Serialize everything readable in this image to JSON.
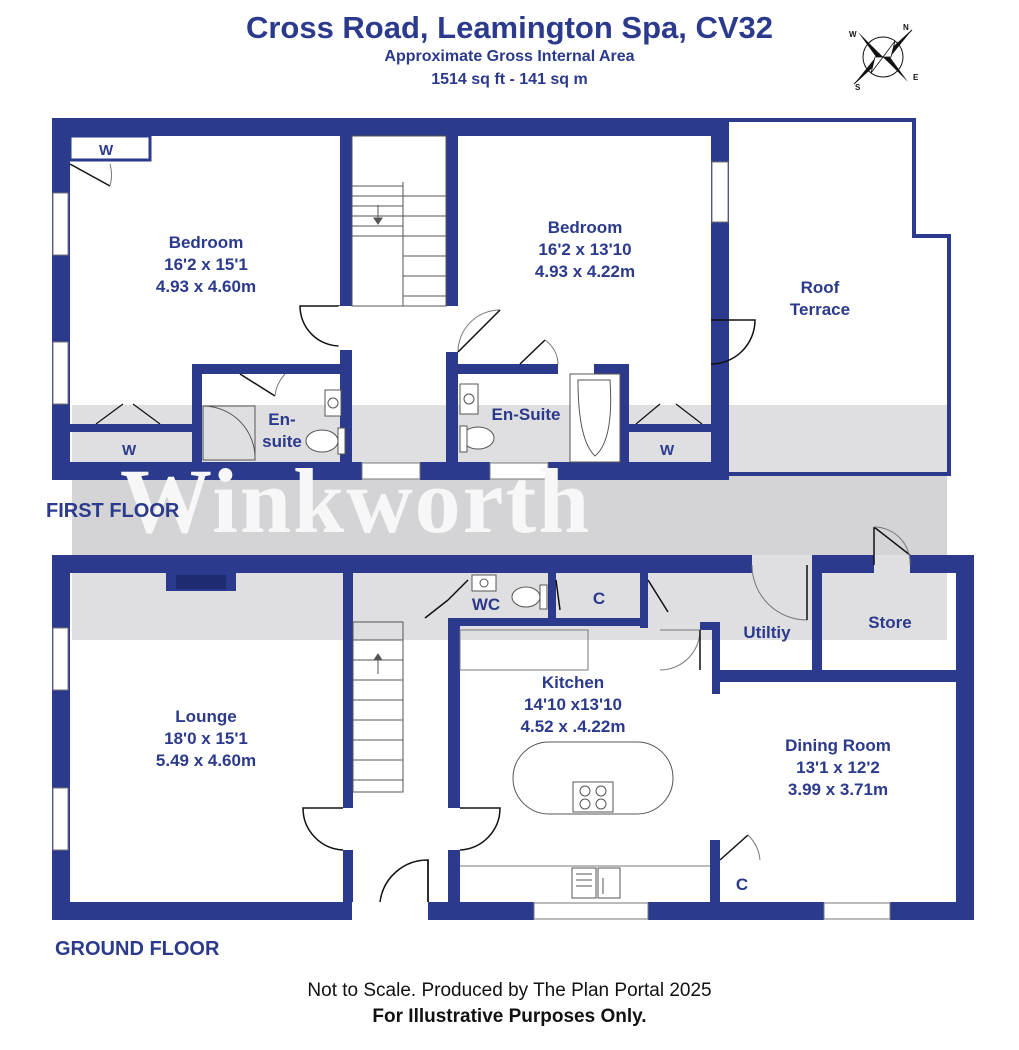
{
  "header": {
    "title": "Cross Road, Leamington Spa, CV32",
    "subtitle": "Approximate Gross Internal Area",
    "area": "1514 sq ft - 141 sq m"
  },
  "compass": {
    "n": "N",
    "e": "E",
    "s": "S",
    "w": "W"
  },
  "watermark": "Winkworth",
  "first_floor": {
    "label": "FIRST FLOOR",
    "bedroom1": {
      "name": "Bedroom",
      "imperial": "16'2 x 15'1",
      "metric": "4.93 x 4.60m"
    },
    "bedroom2": {
      "name": "Bedroom",
      "imperial": "16'2 x 13'10",
      "metric": "4.93 x 4.22m"
    },
    "roof_terrace": {
      "line1": "Roof",
      "line2": "Terrace"
    },
    "ensuite1": {
      "line1": "En-",
      "line2": "suite"
    },
    "ensuite2": {
      "name": "En-Suite"
    },
    "wardrobes": [
      "W",
      "W",
      "W"
    ]
  },
  "ground_floor": {
    "label": "GROUND FLOOR",
    "lounge": {
      "name": "Lounge",
      "imperial": "18'0 x 15'1",
      "metric": "5.49 x 4.60m"
    },
    "kitchen": {
      "name": "Kitchen",
      "imperial": "14'10 x13'10",
      "metric": "4.52 x .4.22m"
    },
    "dining": {
      "name": "Dining Room",
      "imperial": "13'1 x 12'2",
      "metric": "3.99 x 3.71m"
    },
    "wc": "WC",
    "cupboards": [
      "C",
      "C"
    ],
    "utility": "Utiltiy",
    "store": "Store"
  },
  "footer": {
    "line1": "Not to Scale. Produced by The Plan Portal 2025",
    "line2": "For Illustrative Purposes Only."
  },
  "colors": {
    "wall": "#2b3a8c",
    "text": "#2b3a8c",
    "watermark_band": "#d9d9dc"
  }
}
